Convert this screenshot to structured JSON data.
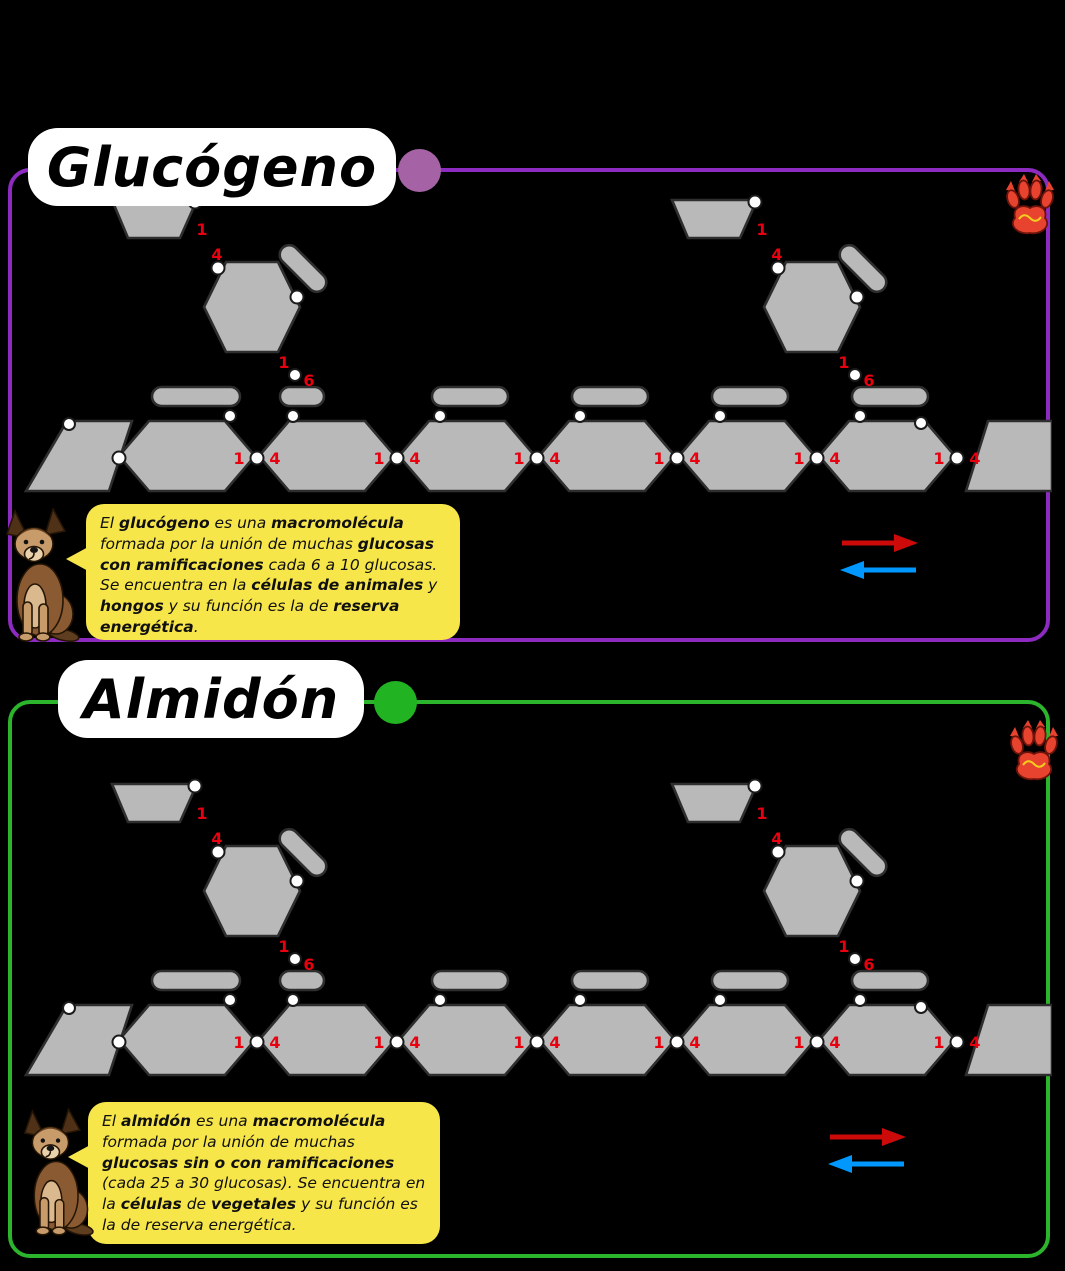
{
  "page": {
    "background": "#000000"
  },
  "molecule": {
    "unit_fill": "#b9b9b9",
    "unit_stroke": "#2e2e2e",
    "oxygen_fill": "#ffffff",
    "label_color": "#e8000f",
    "c1": "1",
    "c4": "4",
    "c6": "6"
  },
  "legend": {
    "forward_color": "#cc0a0a",
    "backward_color": "#0098ff"
  },
  "panels": [
    {
      "id": "glucogeno",
      "title": "Glucógeno",
      "border_color": "#8d2bc0",
      "dot_color": "#a563a5",
      "bubble": {
        "bg": "#f7e64a",
        "segments": [
          {
            "t": "El ",
            "b": false
          },
          {
            "t": "glucógeno",
            "b": true
          },
          {
            "t": " es una ",
            "b": false
          },
          {
            "t": "macromolécula",
            "b": true
          },
          {
            "t": " formada por la unión de muchas ",
            "b": false
          },
          {
            "t": "glucosas con ramificaciones",
            "b": true
          },
          {
            "t": " cada 6 a 10 glucosas. Se encuentra en la ",
            "b": false
          },
          {
            "t": "células de animales",
            "b": true
          },
          {
            "t": " y ",
            "b": false
          },
          {
            "t": "hongos",
            "b": true
          },
          {
            "t": " y su función es la de ",
            "b": false
          },
          {
            "t": "reserva energética",
            "b": true
          },
          {
            "t": ".",
            "b": false
          }
        ]
      }
    },
    {
      "id": "almidon",
      "title": "Almidón",
      "border_color": "#2cb42c",
      "dot_color": "#22b322",
      "bubble": {
        "bg": "#f7e64a",
        "segments": [
          {
            "t": "El ",
            "b": false
          },
          {
            "t": "almidón",
            "b": true
          },
          {
            "t": " es una ",
            "b": false
          },
          {
            "t": "macromolécula",
            "b": true
          },
          {
            "t": " formada por la unión de muchas ",
            "b": false
          },
          {
            "t": "glucosas sin o con ramificaciones",
            "b": true
          },
          {
            "t": " (cada 25 a 30 glucosas). Se encuentra en la ",
            "b": false
          },
          {
            "t": "células",
            "b": true
          },
          {
            "t": " de ",
            "b": false
          },
          {
            "t": "vegetales",
            "b": true
          },
          {
            "t": " y su función es la de reserva energética.",
            "b": false
          }
        ]
      }
    }
  ]
}
